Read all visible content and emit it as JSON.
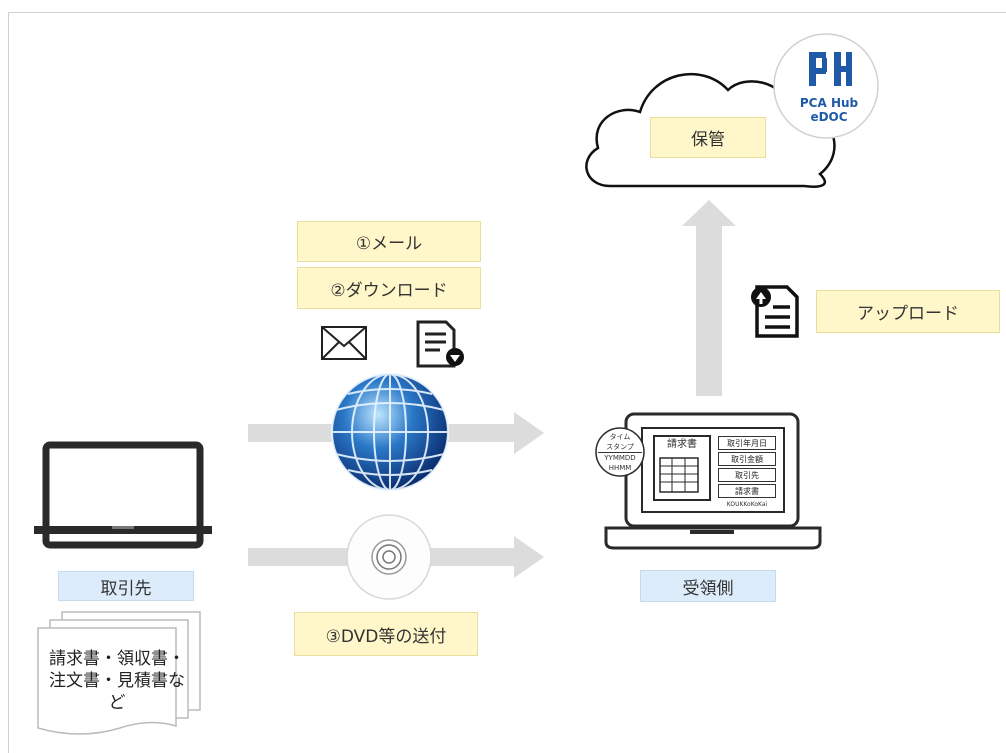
{
  "labels": {
    "storage": "保管",
    "mail": "①メール",
    "download": "②ダウンロード",
    "upload": "アップロード",
    "client": "取引先",
    "receiver": "受領側",
    "dvd": "③DVD等の送付",
    "documents": "請求書・領収書・注文書・見積書など"
  },
  "logo": {
    "line1": "PCA Hub",
    "line2": "eDOC"
  },
  "stamp": {
    "line1": "タイム",
    "line2": "スタンプ",
    "line3": "YYMMDD",
    "line4": "HHMM"
  },
  "invoice": {
    "title": "請求書",
    "fields": [
      "取引年月日",
      "取引金額",
      "取引先",
      "請求書"
    ],
    "footer": "KOUKKoKoKai"
  },
  "colors": {
    "label_yellow": "#fff7c9",
    "label_blue": "#dcecfa",
    "arrow_gray": "#d9d9d9",
    "logo_blue": "#1e5aa8"
  },
  "icons": [
    "cloud-icon",
    "pca-hub-logo-icon",
    "mail-icon",
    "download-document-icon",
    "globe-icon",
    "dvd-disc-icon",
    "upload-document-icon",
    "client-laptop-icon",
    "receiver-laptop-icon",
    "documents-stack-icon"
  ]
}
